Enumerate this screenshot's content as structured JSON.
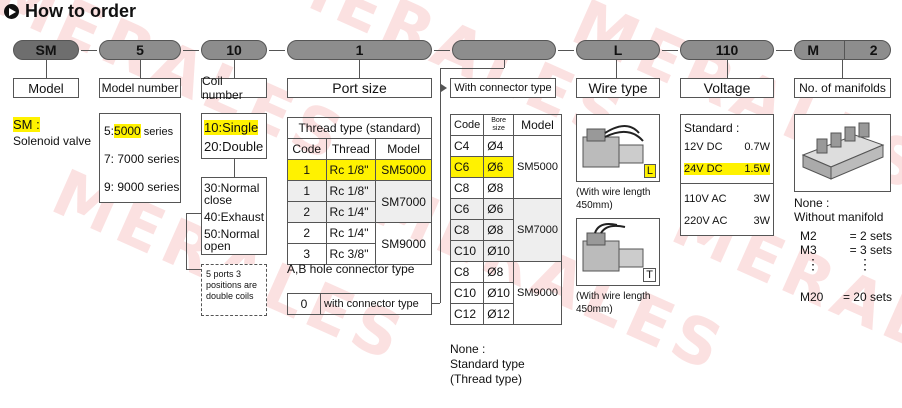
{
  "watermark": "MERALES",
  "title": "How to order",
  "codes": {
    "c1": "SM",
    "c2": "5",
    "c3": "10",
    "c4": "1",
    "c5": "",
    "c6": "L",
    "c7": "110",
    "c8a": "M",
    "c8b": "2"
  },
  "headers": {
    "model": "Model",
    "model_number": "Model number",
    "coil_number": "Coil number",
    "port_size": "Port size",
    "connector": "With connector type",
    "wire_type": "Wire type",
    "voltage": "Voltage",
    "manifolds": "No. of manifolds"
  },
  "model": {
    "code": "SM :",
    "desc": "Solenoid valve"
  },
  "model_number": [
    "5:",
    "5000",
    " series",
    "7: 7000 series",
    "9: 9000 series"
  ],
  "coil": {
    "single": "10:Single",
    "double": "20:Double",
    "normal_close": "30:Normal close",
    "exhaust": "40:Exhaust",
    "normal_open": "50:Normal open",
    "note": "5 ports 3 positions are double coils"
  },
  "port": {
    "table_title": "Thread type (standard)",
    "cols": [
      "Code",
      "Thread",
      "Model"
    ],
    "rows": [
      [
        "1",
        "Rc 1/8\""
      ],
      [
        "1",
        "Rc 1/8\""
      ],
      [
        "2",
        "Rc 1/4\""
      ],
      [
        "2",
        "Rc 1/4\""
      ],
      [
        "3",
        "Rc 3/8\""
      ]
    ],
    "models": [
      "SM5000",
      "SM7000",
      "SM9000"
    ],
    "ab_label": "A,B hole connector type",
    "conn_code": "0",
    "conn_label": "with connector type"
  },
  "connector": {
    "cols": [
      "Code",
      "Bore size",
      "Model"
    ],
    "rows": [
      [
        "C4",
        "Ø4"
      ],
      [
        "C6",
        "Ø6"
      ],
      [
        "C8",
        "Ø8"
      ],
      [
        "C6",
        "Ø6"
      ],
      [
        "C8",
        "Ø8"
      ],
      [
        "C10",
        "Ø10"
      ],
      [
        "C8",
        "Ø8"
      ],
      [
        "C10",
        "Ø10"
      ],
      [
        "C12",
        "Ø12"
      ]
    ],
    "models": [
      "SM5000",
      "SM7000",
      "SM9000"
    ],
    "none": "None :",
    "std": "Standard type",
    "thread": "(Thread type)"
  },
  "wire": {
    "tagL": "L",
    "tagT": "T",
    "cap1": "(With wire length 450mm)",
    "cap2": "(With wire length 450mm)"
  },
  "voltage": {
    "standard": "Standard :",
    "rows": [
      [
        "12V DC",
        "0.7W"
      ],
      [
        "24V DC",
        "1.5W"
      ],
      [
        "110V AC",
        "3W"
      ],
      [
        "220V AC",
        "3W"
      ]
    ]
  },
  "manifold": {
    "none": "None :",
    "without": "Without manifold",
    "rows": [
      [
        "M2",
        "= 2 sets"
      ],
      [
        "M3",
        "= 3 sets"
      ],
      [
        "M20",
        "= 20 sets"
      ]
    ],
    "dots": "⋮"
  },
  "colors": {
    "highlight": "#fff200",
    "pill": "#8d8d8d",
    "line": "#555555"
  }
}
